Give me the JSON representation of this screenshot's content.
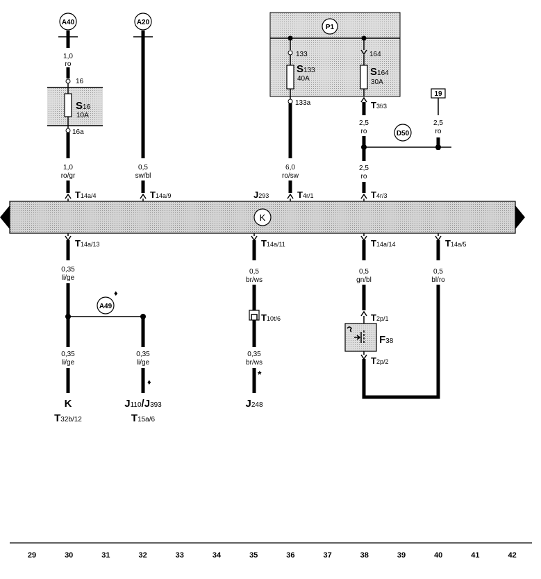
{
  "components": {
    "k_symbol": "K",
    "j293": {
      "main": "J",
      "sub": "293"
    },
    "p1_label": "P1",
    "s133": {
      "main": "S",
      "sub": "133",
      "rating": "40A",
      "top_pin": "133",
      "bottom_pin": "133a"
    },
    "s164": {
      "main": "S",
      "sub": "164",
      "rating": "30A",
      "top_pin": "164"
    },
    "s16": {
      "main": "S",
      "sub": "16",
      "rating": "10A",
      "top_pin": "16",
      "bottom_pin": "16a"
    },
    "f38": {
      "main": "F",
      "sub": "38"
    },
    "ref_19": "19",
    "diamond": "♦",
    "star": "*"
  },
  "nodes": {
    "a40": "A40",
    "a20": "A20",
    "d50": "D50",
    "a49": "A49"
  },
  "wires": {
    "w30_top": {
      "size": "1,0",
      "color": "ro"
    },
    "w30_mid": {
      "size": "1,0",
      "color": "ro/gr"
    },
    "w32_top": {
      "size": "0,5",
      "color": "sw/bl"
    },
    "w36_top": {
      "size": "6,0",
      "color": "ro/sw"
    },
    "w38_top": {
      "size": "2,5",
      "color": "ro"
    },
    "w38_mid": {
      "size": "2,5",
      "color": "ro"
    },
    "w40_top": {
      "size": "2,5",
      "color": "ro"
    },
    "w30_bot": {
      "size": "0,35",
      "color": "li/ge"
    },
    "w30_bot2": {
      "size": "0,35",
      "color": "li/ge"
    },
    "w32_bot": {
      "size": "0,35",
      "color": "li/ge"
    },
    "w35_bot": {
      "size": "0,5",
      "color": "br/ws"
    },
    "w35_bot2": {
      "size": "0,35",
      "color": "br/ws"
    },
    "w38_bot": {
      "size": "0,5",
      "color": "gn/bl"
    },
    "w40_bot": {
      "size": "0,5",
      "color": "bl/ro"
    }
  },
  "connectors": {
    "t14a4": {
      "main": "T",
      "sub": "14a/4"
    },
    "t14a9": {
      "main": "T",
      "sub": "14a/9"
    },
    "t4r1": {
      "main": "T",
      "sub": "4r/1"
    },
    "t4r3": {
      "main": "T",
      "sub": "4r/3"
    },
    "t3f3": {
      "main": "T",
      "sub": "3f/3"
    },
    "t14a13": {
      "main": "T",
      "sub": "14a/13"
    },
    "t14a11": {
      "main": "T",
      "sub": "14a/11"
    },
    "t14a14": {
      "main": "T",
      "sub": "14a/14"
    },
    "t14a5": {
      "main": "T",
      "sub": "14a/5"
    },
    "t10t6": {
      "main": "T",
      "sub": "10t/6"
    },
    "t2p1": {
      "main": "T",
      "sub": "2p/1"
    },
    "t2p2": {
      "main": "T",
      "sub": "2p/2"
    }
  },
  "destinations": {
    "k_dest": "K",
    "t32b": {
      "main": "T",
      "sub": "32b/12"
    },
    "j110": {
      "j1": "J",
      "s1": "110",
      "j2": "/J",
      "s2": "393"
    },
    "t15a": {
      "main": "T",
      "sub": "15a/6"
    },
    "j248": {
      "main": "J",
      "sub": "248"
    }
  },
  "grid_numbers": [
    "29",
    "30",
    "31",
    "32",
    "33",
    "34",
    "35",
    "36",
    "37",
    "38",
    "39",
    "40",
    "41",
    "42"
  ]
}
